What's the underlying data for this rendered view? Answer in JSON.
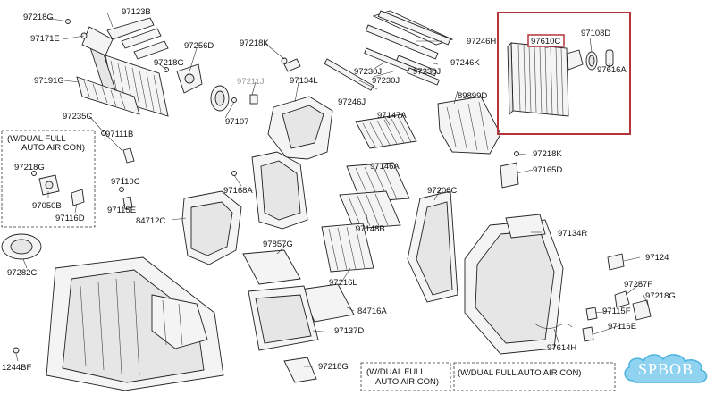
{
  "labels": {
    "l97218G_a": "97218G",
    "l97123B": "97123B",
    "l97171E": "97171E",
    "l97191G": "97191G",
    "l97256D": "97256D",
    "l97218G_b": "97218G",
    "l97218K_a": "97218K",
    "l97211J": "97211J",
    "l97134L": "97134L",
    "l97246H": "97246H",
    "l97246K": "97246K",
    "l97230J_a": "97230J",
    "l97230J_b": "97230J",
    "l97230J_c": "97230J",
    "l97246J": "97246J",
    "l97610C": "97610C",
    "l97108D": "97108D",
    "l97616A": "97616A",
    "l89899D": "89899D",
    "l97235C": "97235C",
    "l97107": "97107",
    "l97147A": "97147A",
    "l97111B": "97111B",
    "l97218K_b": "97218K",
    "l97165D": "97165D",
    "l97146A": "97146A",
    "l97218G_c": "97218G",
    "l97110C": "97110C",
    "l97168A": "97168A",
    "l97206C": "97206C",
    "l97050B": "97050B",
    "l97116D": "97116D",
    "l97115E": "97115E",
    "l84712C": "84712C",
    "l97148B": "97148B",
    "l97134R": "97134R",
    "l97857G": "97857G",
    "l97282C": "97282C",
    "l97124": "97124",
    "l97216L": "97216L",
    "l97257F": "97257F",
    "l97218G_d": "97218G",
    "l84716A": "84716A",
    "l97115F": "97115F",
    "l97116E": "97116E",
    "l97137D": "97137D",
    "l97614H": "97614H",
    "l1244BF": "1244BF",
    "l97218G_e": "97218G"
  },
  "notes": {
    "dual_left_1": "(W/DUAL FULL",
    "dual_left_2": "AUTO AIR CON)",
    "dual_bottom_1": "(W/DUAL FULL",
    "dual_bottom_2": "AUTO AIR CON)",
    "dual_right": "(W/DUAL FULL AUTO AIR CON)"
  },
  "watermark": "SPBOB",
  "colors": {
    "highlight": "#b5343a",
    "watermark_fill": "#8fd3f0",
    "watermark_stroke": "#4fb3e0"
  }
}
